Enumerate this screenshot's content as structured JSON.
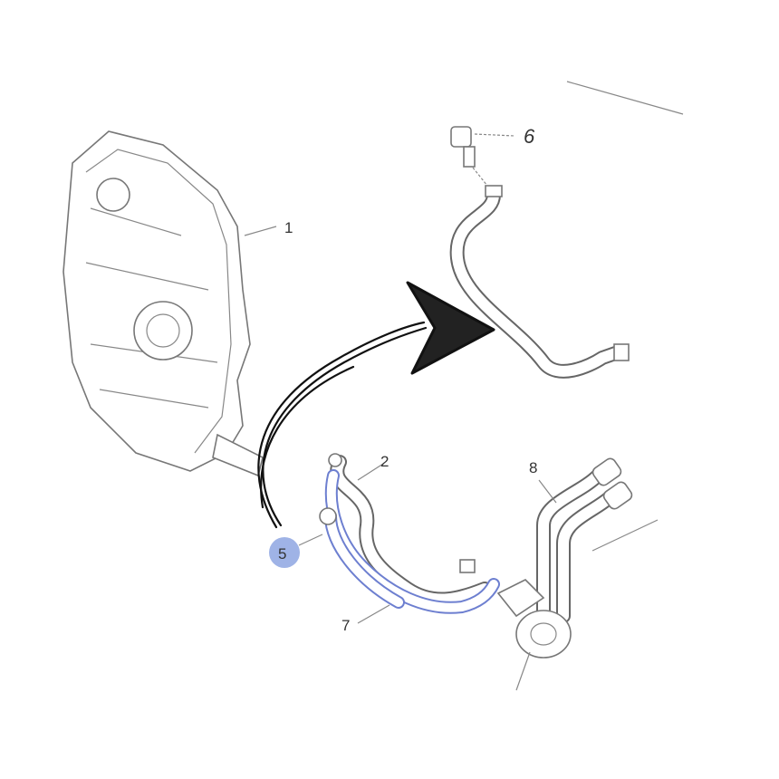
{
  "diagram": {
    "callouts": [
      {
        "id": "1",
        "label": "1"
      },
      {
        "id": "2",
        "label": "2"
      },
      {
        "id": "5",
        "label": "5"
      },
      {
        "id": "6",
        "label": "6"
      },
      {
        "id": "7",
        "label": "7"
      },
      {
        "id": "8",
        "label": "8"
      }
    ],
    "highlight_color": "#6d7fd0",
    "highlight_badge_color": "#9fb3e6"
  }
}
